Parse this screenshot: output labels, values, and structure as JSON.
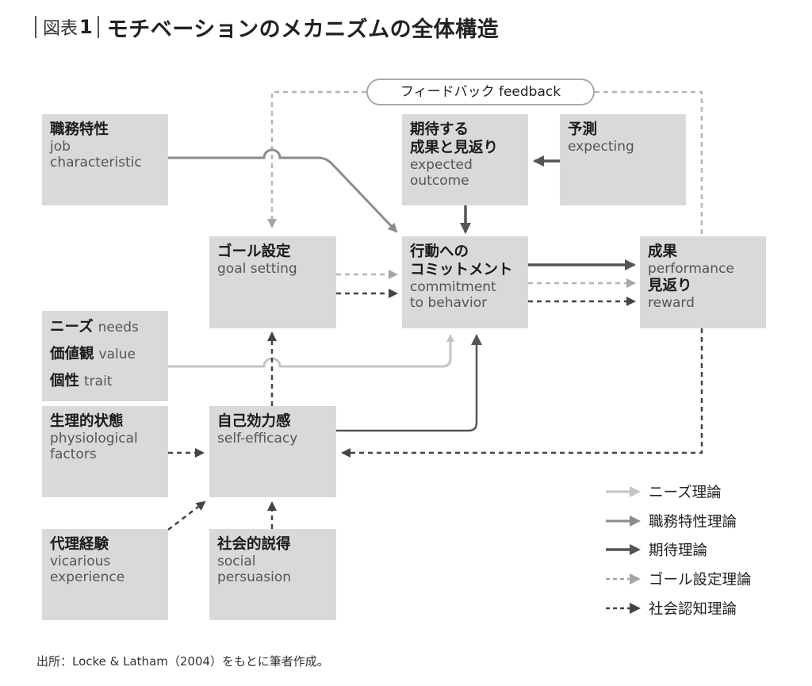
{
  "title": {
    "prefix": "図表",
    "number": "1",
    "main": "モチベーションのメカニズムの全体構造"
  },
  "feedback_label": "フィードバック feedback",
  "boxes": {
    "job": {
      "jp": "職務特性",
      "en1": "job",
      "en2": "characteristic"
    },
    "expected": {
      "jp1": "期待する",
      "jp2": "成果と見返り",
      "en1": "expected",
      "en2": "outcome"
    },
    "expecting": {
      "jp": "予測",
      "en": "expecting"
    },
    "goal": {
      "jp": "ゴール設定",
      "en": "goal setting"
    },
    "commitment": {
      "jp1": "行動への",
      "jp2": "コミットメント",
      "en1": "commitment",
      "en2": "to behavior"
    },
    "performance": {
      "jp1": "成果",
      "en1": "performance",
      "jp2": "見返り",
      "en2": "reward"
    },
    "needs": {
      "jp1": "ニーズ",
      "en1": "needs",
      "jp2": "価値観",
      "en2": "value",
      "jp3": "個性",
      "en3": "trait"
    },
    "physio": {
      "jp": "生理的状態",
      "en1": "physiological",
      "en2": "factors"
    },
    "efficacy": {
      "jp": "自己効力感",
      "en": "self-efficacy"
    },
    "vicarious": {
      "jp": "代理経験",
      "en1": "vicarious",
      "en2": "experience"
    },
    "social": {
      "jp": "社会的説得",
      "en1": "social",
      "en2": "persuasion"
    }
  },
  "legend": [
    {
      "label": "ニーズ理論",
      "color": "#c4c4c4",
      "style": "solid"
    },
    {
      "label": "職務特性理論",
      "color": "#8c8c8c",
      "style": "solid"
    },
    {
      "label": "期待理論",
      "color": "#555555",
      "style": "solid"
    },
    {
      "label": "ゴール設定理論",
      "color": "#a6a6a6",
      "style": "dashed"
    },
    {
      "label": "社会認知理論",
      "color": "#444444",
      "style": "dashed"
    }
  ],
  "source": "出所：Locke & Latham（2004）をもとに筆者作成。"
}
